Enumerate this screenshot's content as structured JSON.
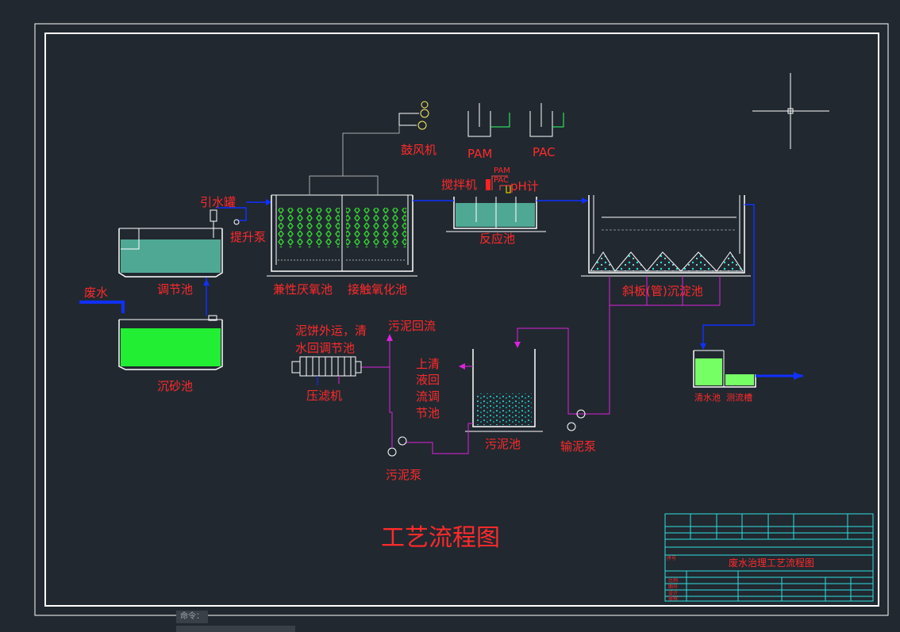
{
  "drawing": {
    "title": "工艺流程图",
    "title_block_name": "废水治理工艺流程图",
    "title_block_small": [
      "序号",
      "比例",
      "图号",
      "设计",
      "审核"
    ]
  },
  "units": {
    "wastewater": "废水",
    "grit_tank": "沉砂池",
    "regulating_tank": "调节池",
    "priming_tank": "引水罐",
    "lift_pump": "提升泵",
    "facultative_tank": "兼性厌氧池",
    "contact_oxidation": "接触氧化池",
    "blower": "鼓风机",
    "pam": "PAM",
    "pac": "PAC",
    "mixer": "搅拌机",
    "pam_small": "PAM",
    "pac_small": "PAC",
    "ph_meter": "pH计",
    "reaction_tank": "反应池",
    "settling_tank": "斜板(管)沉淀池",
    "clear_tank": "清水池",
    "measure_tank": "测流槽",
    "filter_cake": "泥饼外运，清",
    "filter_cake2": "水回调节池",
    "filter_press": "压滤机",
    "sludge_return": "污泥回流",
    "supernatant": [
      "上清",
      "液回",
      "流调",
      "节池"
    ],
    "sludge_tank": "污泥池",
    "sludge_pump": "污泥泵",
    "transfer_pump": "输泥泵"
  },
  "command_line": "命令："
}
